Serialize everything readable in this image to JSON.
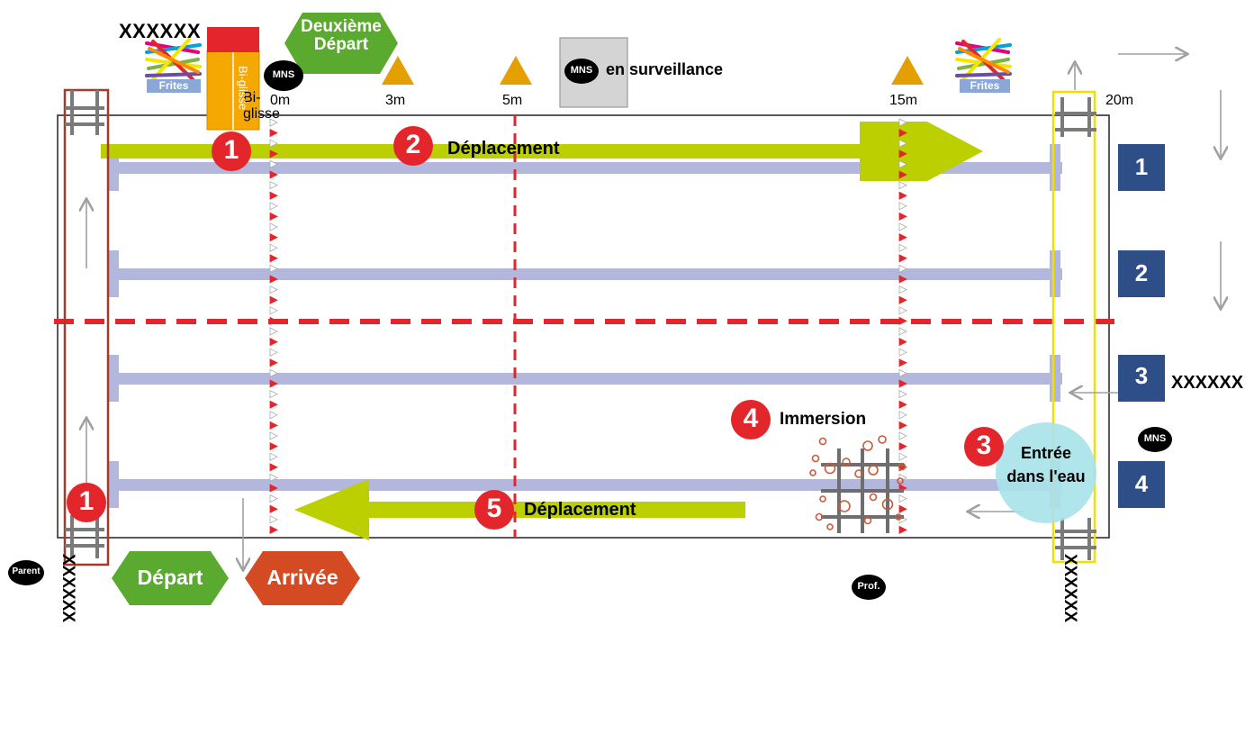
{
  "colors": {
    "pool_border": "#222222",
    "lane_rope": "#b4b7dc",
    "dash_red": "#e3262c",
    "arrow_green": "#bccf00",
    "badge_red": "#e3262c",
    "lane_box": "#2e4e87",
    "hex_green": "#5aaa2f",
    "hex_red": "#d44a22",
    "cone": "#e3a000",
    "ladder": "#7a7a7a",
    "left_zone": "#a43a2c",
    "right_zone": "#efe000",
    "gray_arrow": "#a0a0a0"
  },
  "top": {
    "xxxxxx_label": "XXXXXX",
    "bi_glisse": "Bi-glisse",
    "frites_left": "Frites",
    "frites_right": "Frites",
    "deuxieme_depart_line1": "Deuxième",
    "deuxieme_depart_line2": "Départ",
    "mns_badge": "MNS",
    "en_surveillance": "en surveillance"
  },
  "distances": {
    "d0": "0m",
    "d3": "3m",
    "d5": "5m",
    "d15": "15m",
    "d20": "20m"
  },
  "steps": {
    "s1": "1",
    "s2": "2",
    "s2_label": "Déplacement",
    "s3": "3",
    "s3_label_line1": "Entrée",
    "s3_label_line2": "dans l'eau",
    "s4": "4",
    "s4_label": "Immersion",
    "s5": "5",
    "s5_label": "Déplacement"
  },
  "lanes": [
    "1",
    "2",
    "3",
    "4"
  ],
  "right": {
    "xxxxxx_label": "XXXXXX",
    "mns_badge": "MNS"
  },
  "bottom": {
    "parent_badge": "Parent",
    "depart": "Départ",
    "arrivee": "Arrivée",
    "prof_badge": "Prof.",
    "vertical_left": "XXXXXX",
    "vertical_right": "XXXXXX"
  }
}
